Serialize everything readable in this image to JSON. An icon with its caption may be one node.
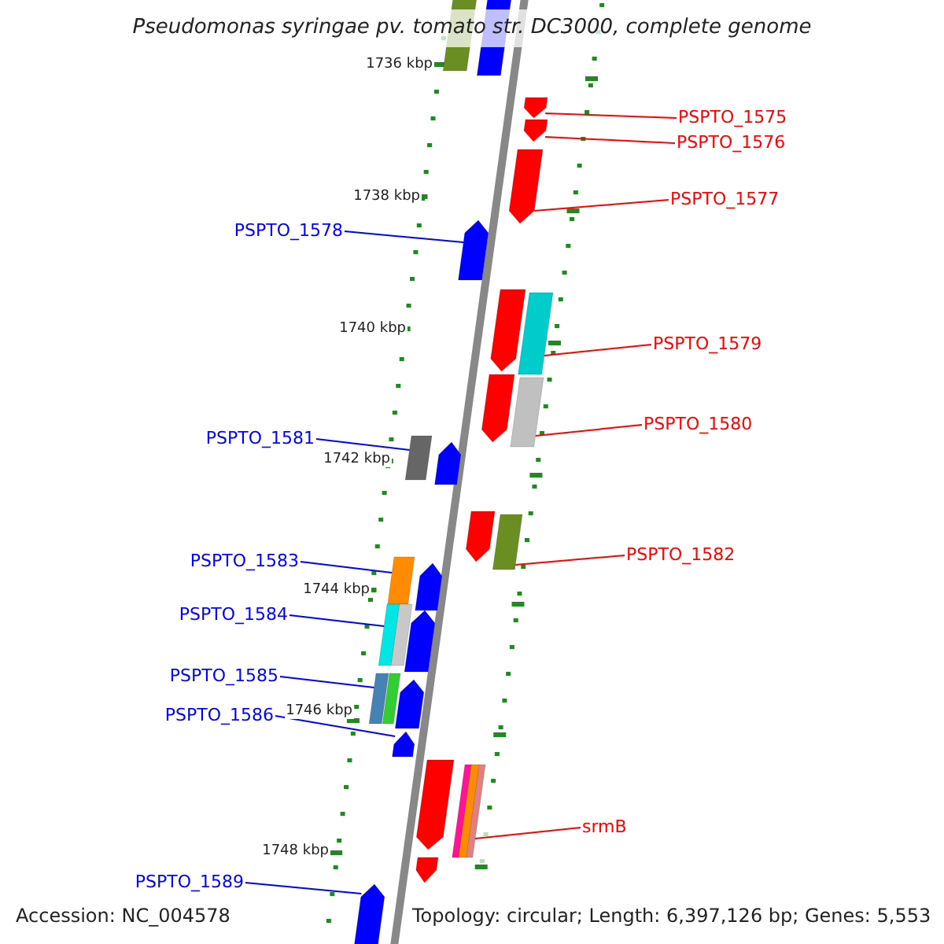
{
  "diagram": {
    "title": "Pseudomonas syringae pv. tomato str. DC3000, complete genome",
    "nodes": [
      {
        "text": [
          "PSPTO_1575"
        ]
      },
      {
        "text": [],
        "shape": "arrow"
      },
      {
        "text": [
          "PSPTO_1576"
        ]
      },
      {
        "text": [],
        "shape": "arrow"
      },
      {
        "text": [
          "PSPTO_1577"
        ]
      },
      {
        "text": [],
        "shape": "arrow"
      },
      {
        "text": [
          "PSPTO_1578"
        ]
      },
      {
        "text": [],
        "shape": "arrow"
      },
      {
        "text": [
          "PSPTO_1579"
        ]
      },
      {
        "text": [],
        "shape": "bar"
      },
      {
        "text": [
          "PSPTO_1580"
        ]
      },
      {
        "text": [],
        "shape": "bar"
      },
      {
        "text": [
          "PSPTO_1581"
        ]
      },
      {
        "text": [],
        "shape": "bar"
      },
      {
        "text": [
          "PSPTO_1582"
        ]
      },
      {
        "text": [],
        "shape": "bar"
      },
      {
        "text": [
          "PSPTO_1583"
        ]
      },
      {
        "text": [],
        "shape": "bar"
      },
      {
        "text": [
          "PSPTO_1584"
        ]
      },
      {
        "text": [],
        "shape": "bar"
      },
      {
        "text": [
          "PSPTO_1585"
        ]
      },
      {
        "text": [],
        "shape": "bar"
      },
      {
        "text": [
          "PSPTO_1586"
        ]
      },
      {
        "text": [],
        "shape": "arrow"
      },
      {
        "text": [
          "srmB"
        ]
      },
      {
        "text": [],
        "shape": "bar"
      },
      {
        "text": [
          "PSPTO_1589"
        ]
      },
      {
        "text": [],
        "shape": "arrow"
      },
      {
        "text": [],
        "shape": "bar"
      },
      {
        "text": [],
        "shape": "bar"
      },
      {
        "text": [],
        "shape": "arrow"
      },
      {
        "text": [],
        "shape": "arrow"
      },
      {
        "text": [],
        "shape": "arrow"
      },
      {
        "text": [],
        "shape": "arrow"
      },
      {
        "text": [],
        "shape": "arrow"
      },
      {
        "text": [],
        "shape": "bar"
      },
      {
        "text": [],
        "shape": "arrow"
      },
      {
        "text": [],
        "shape": "bar"
      },
      {
        "text": [],
        "shape": "arrow"
      },
      {
        "text": [],
        "shape": "arrow"
      },
      {
        "text": [],
        "shape": "bar"
      },
      {
        "text": [],
        "shape": "bar"
      },
      {
        "text": [],
        "shape": "arrow"
      }
    ],
    "edges": [
      {
        "from": 0,
        "to": 1,
        "arrow": "none",
        "color": "#ff0000"
      },
      {
        "from": 2,
        "to": 3,
        "arrow": "none",
        "color": "#ff0000"
      },
      {
        "from": 4,
        "to": 5,
        "arrow": "none",
        "color": "#ff0000"
      },
      {
        "from": 6,
        "to": 7,
        "arrow": "none",
        "color": "#0000ff"
      },
      {
        "from": 8,
        "to": 9,
        "arrow": "none",
        "color": "#ff0000"
      },
      {
        "from": 10,
        "to": 11,
        "arrow": "none",
        "color": "#ff0000"
      },
      {
        "from": 12,
        "to": 13,
        "arrow": "none",
        "color": "#0000ff"
      },
      {
        "from": 14,
        "to": 15,
        "arrow": "none",
        "color": "#ff0000"
      },
      {
        "from": 16,
        "to": 17,
        "arrow": "none",
        "color": "#0000ff"
      },
      {
        "from": 18,
        "to": 19,
        "arrow": "none",
        "color": "#0000ff"
      },
      {
        "from": 20,
        "to": 21,
        "arrow": "none",
        "color": "#0000ff"
      },
      {
        "from": 22,
        "to": 23,
        "arrow": "none",
        "color": "#0000ff"
      },
      {
        "from": 24,
        "to": 25,
        "arrow": "none",
        "color": "#ff0000"
      },
      {
        "from": 26,
        "to": 27,
        "arrow": "none",
        "color": "#0000ff"
      }
    ],
    "labels": [
      "1736 kbp",
      "1738 kbp",
      "1740 kbp",
      "1742 kbp",
      "1744 kbp",
      "1746 kbp",
      "1748 kbp",
      "Accession: NC_004578",
      "Topology: circular; Length: 6,397,126 bp; Genes: 5,553"
    ]
  }
}
